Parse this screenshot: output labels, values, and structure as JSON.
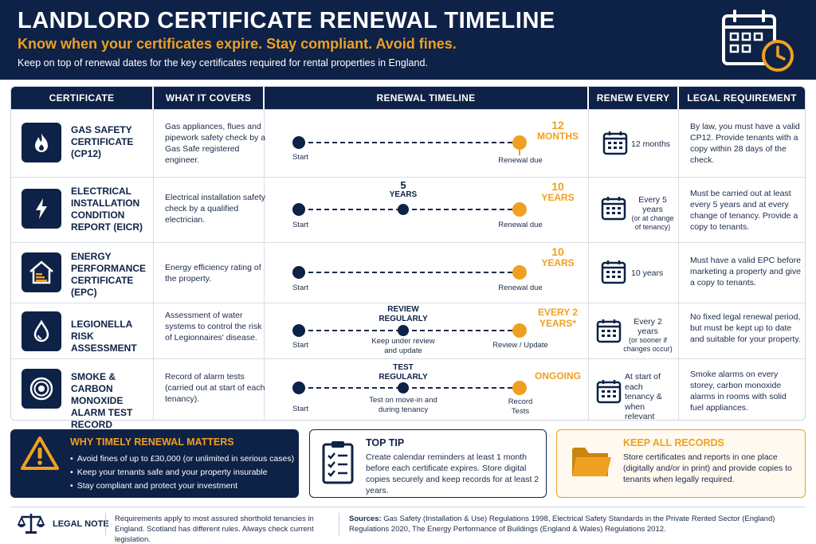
{
  "header": {
    "title": "LANDLORD CERTIFICATE RENEWAL TIMELINE",
    "tagline": "Know when your certificates expire. Stay compliant. Avoid fines.",
    "intro": "Keep on top of renewal dates for the key certificates required for rental properties in England.",
    "icon": "calendar-clock-icon"
  },
  "table": {
    "columns": [
      "CERTIFICATE",
      "WHAT IT COVERS",
      "RENEWAL TIMELINE",
      "RENEW EVERY",
      "LEGAL REQUIREMENT"
    ],
    "rows": [
      {
        "icon": "flame-icon",
        "name": "GAS SAFETY CERTIFICATE (CP12)",
        "covers": "Gas appliances, flues and pipework safety check by a Gas Safe registered engineer.",
        "start": "Start",
        "end_label": "Renewal due",
        "duration_top": "12",
        "duration_bottom": "MONTHS",
        "renew": "12 months",
        "legal": "By law, you must have a valid CP12. Provide tenants with a copy within 28 days of the check."
      },
      {
        "icon": "lightning-icon",
        "name": "ELECTRICAL INSTALLATION CONDITION REPORT (EICR)",
        "covers": "Electrical installation safety check by a qualified electrician.",
        "start": "Start",
        "mid_top_a": "5",
        "mid_top_b": "YEARS",
        "end_label": "Renewal due",
        "duration_top": "10",
        "duration_bottom": "YEARS",
        "renew": "Every 5 years",
        "renew_sub": "(or at change of tenancy)",
        "legal": "Must be carried out at least every 5 years and at every change of tenancy. Provide a copy to tenants."
      },
      {
        "icon": "house-energy-icon",
        "name": "ENERGY PERFORMANCE CERTIFICATE (EPC)",
        "covers": "Energy efficiency rating of the property.",
        "start": "Start",
        "end_label": "Renewal due",
        "duration_top": "10",
        "duration_bottom": "YEARS",
        "renew": "10 years",
        "legal": "Must have a valid EPC before marketing a property and give a copy to tenants."
      },
      {
        "icon": "water-drop-icon",
        "name": "LEGIONELLA RISK ASSESSMENT",
        "covers": "Assessment of water systems to control the risk of Legionnaires' disease.",
        "start": "Start",
        "mid_top_a": "REVIEW",
        "mid_top_b": "REGULARLY",
        "mid_bottom_a": "Keep under review",
        "mid_bottom_b": "and update",
        "end_label": "Review / Update",
        "duration_top": "EVERY 2",
        "duration_bottom": "YEARS*",
        "renew": "Every 2 years",
        "renew_sub": "(or sooner if changes occur)",
        "legal": "No fixed legal renewal period, but must be kept up to date and suitable for your property."
      },
      {
        "icon": "smoke-alarm-icon",
        "name": "SMOKE & CARBON MONOXIDE ALARM TEST RECORD",
        "covers": "Record of alarm tests (carried out at start of each tenancy).",
        "start": "Start",
        "mid_top_a": "TEST",
        "mid_top_b": "REGULARLY",
        "mid_bottom_a": "Test on move-in and",
        "mid_bottom_b": "during tenancy",
        "end_label_a": "Record",
        "end_label_b": "Tests",
        "duration_top": "ONGOING",
        "renew": "At start of each tenancy & when relevant",
        "legal": "Smoke alarms on every storey, carbon monoxide alarms in rooms with solid fuel appliances."
      }
    ]
  },
  "panels": {
    "why": {
      "icon": "warning-icon",
      "title": "WHY TIMELY RENEWAL MATTERS",
      "items": [
        "Avoid fines of up to £30,000 (or unlimited in serious cases)",
        "Keep your tenants safe and your property insurable",
        "Stay compliant and protect your investment"
      ]
    },
    "tip": {
      "icon": "clipboard-checklist-icon",
      "title": "TOP TIP",
      "body": "Create calendar reminders at least 1 month before each certificate expires. Store digital copies securely and keep records for at least 2 years."
    },
    "records": {
      "icon": "folder-icon",
      "title": "KEEP ALL RECORDS",
      "body": "Store certificates and reports in one place (digitally and/or in print) and provide copies to tenants when legally required."
    }
  },
  "footer": {
    "icon": "scales-icon",
    "label": "LEGAL NOTE",
    "note": "Requirements apply to most assured shorthold tenancies in England. Scotland has different rules. Always check current legislation.",
    "sources_label": "Sources:",
    "sources": "Gas Safety (Installation & Use) Regulations 1998, Electrical Safety Standards in the Private Rented Sector (England) Regulations 2020, The Energy Performance of Buildings (England & Wales) Regulations 2012."
  },
  "colors": {
    "navy": "#0e2147",
    "accent": "#f0a020"
  }
}
